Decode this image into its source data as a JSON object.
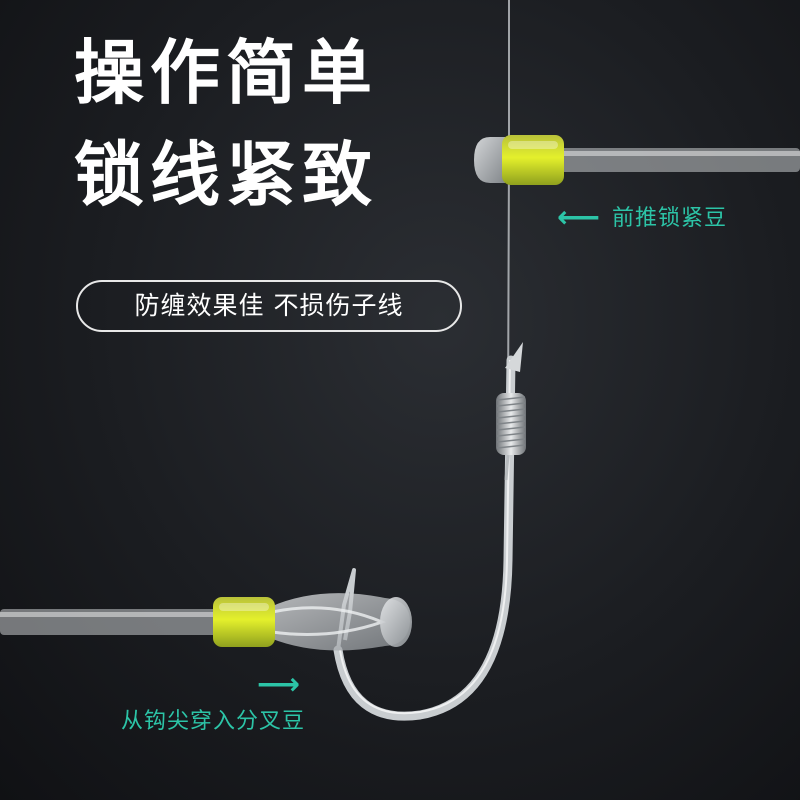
{
  "headline": {
    "line1": "操作简单",
    "line2": "锁线紧致"
  },
  "badge": {
    "text": "防缠效果佳 不损伤子线"
  },
  "callouts": {
    "top": "前推锁紧豆",
    "bottom": "从钩尖穿入分叉豆"
  },
  "arrows": {
    "top": "left-arrow-icon",
    "bottom": "right-arrow-icon"
  },
  "colors": {
    "accent": "#2cc4a7",
    "bead_yellow": "#d6ec2a",
    "background": "#1e2024"
  }
}
